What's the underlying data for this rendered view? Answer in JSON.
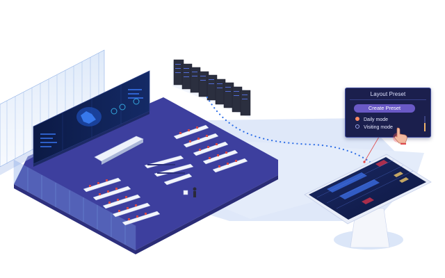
{
  "popup": {
    "title": "Layout Preset",
    "create_button": "Create Preset",
    "modes": [
      {
        "label": "Daily mode",
        "selected": true
      },
      {
        "label": "Visiting mode",
        "selected": false
      }
    ]
  },
  "colors": {
    "floor": "#3d3f9e",
    "platform": "#dbe5f8",
    "video_wall": "#0f1e4a",
    "connection_dots": "#2f6fe6",
    "popup_bg": "#1b1f4d",
    "create_button": "#6a59c6"
  },
  "icons": {
    "pointer": "hand-pointer-icon"
  }
}
